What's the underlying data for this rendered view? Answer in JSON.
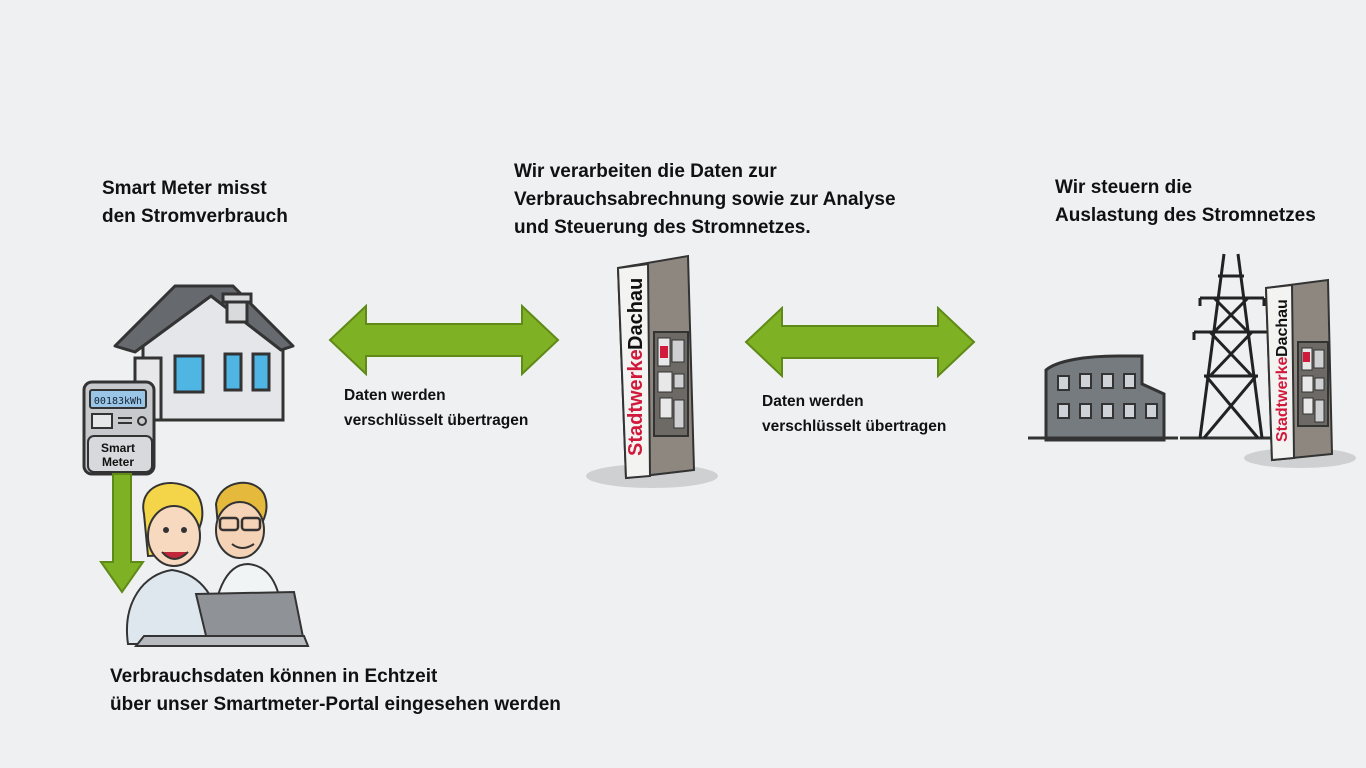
{
  "headings": {
    "smart_meter": [
      "Smart Meter misst",
      "den Stromverbrauch"
    ],
    "processing": [
      "Wir verarbeiten die Daten zur",
      "Verbrauchsabrechnung sowie zur Analyse",
      "und Steuerung des Stromnetzes."
    ],
    "control": [
      "Wir steuern die",
      "Auslastung des Stromnetzes"
    ]
  },
  "captions": {
    "transfer_left": [
      "Daten werden",
      "verschlüsselt übertragen"
    ],
    "transfer_right": [
      "Daten werden",
      "verschlüsselt übertragen"
    ],
    "portal": [
      "Verbrauchsdaten können in Echtzeit",
      "über unser Smartmeter-Portal eingesehen werden"
    ]
  },
  "meter": {
    "display": "00183kWh",
    "label_line1": "Smart",
    "label_line2": "Meter"
  },
  "brand": {
    "part1": "Stadtwerke",
    "part2": "Dachau"
  },
  "colors": {
    "arrow_green": "#7fb125",
    "brand_red": "#d0193b",
    "background": "#eff0f2"
  },
  "icons": [
    "house-icon",
    "smart-meter-icon",
    "users-laptop-icon",
    "stadtwerke-pillar-icon",
    "industrial-building-icon",
    "power-pylon-icon"
  ]
}
